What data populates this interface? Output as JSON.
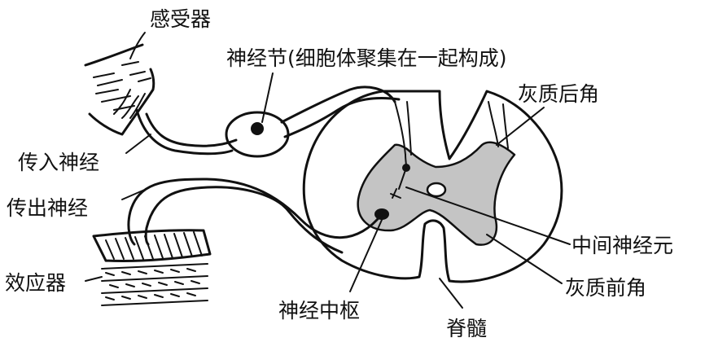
{
  "labels": {
    "receptor": "感受器",
    "ganglion": "神经节(细胞体聚集在一起构成)",
    "dorsal_horn": "灰质后角",
    "afferent_nerve": "传入神经",
    "efferent_nerve": "传出神经",
    "interneuron": "中间神经元",
    "effector": "效应器",
    "ventral_horn": "灰质前角",
    "nerve_center": "神经中枢",
    "spinal_cord": "脊髓"
  },
  "colors": {
    "gray_matter": "#c4c4c4",
    "line": "#111111",
    "background": "#ffffff"
  }
}
